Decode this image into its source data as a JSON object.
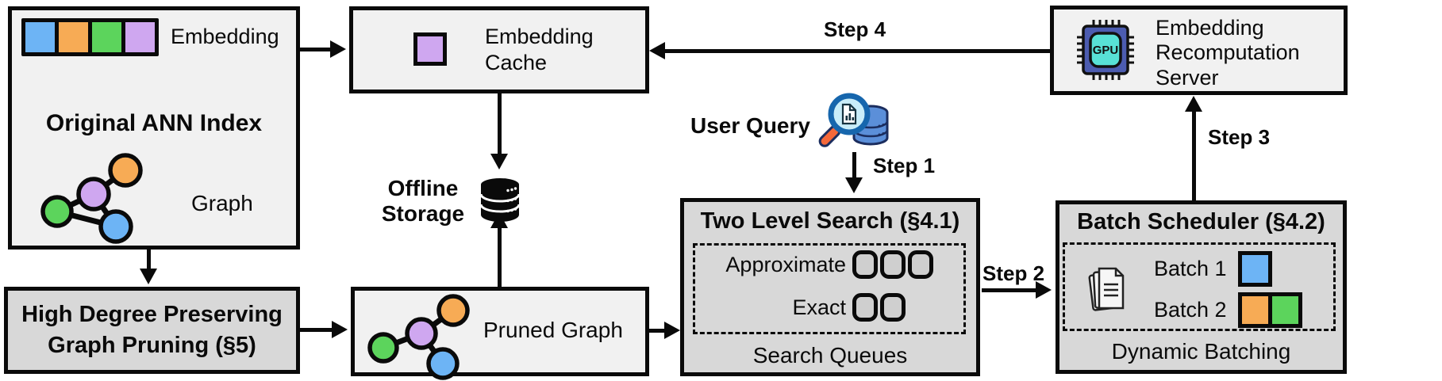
{
  "colors": {
    "blue": "#6db4f5",
    "orange": "#f7ab55",
    "green": "#5cd45c",
    "purple": "#cfa7f0",
    "box_light": "#f1f1f1",
    "box_dark": "#d8d8d8"
  },
  "original_ann_index": {
    "embedding_label": "Embedding",
    "title": "Original ANN Index",
    "graph_label": "Graph"
  },
  "embedding_cache": {
    "title": "Embedding\nCache"
  },
  "offline_storage": {
    "label": "Offline\nStorage"
  },
  "graph_pruning": {
    "title": "High Degree Preserving\nGraph Pruning (§5)"
  },
  "pruned_graph": {
    "label": "Pruned Graph"
  },
  "user_query": {
    "label": "User Query"
  },
  "two_level_search": {
    "title": "Two Level Search (§4.1)",
    "approximate_label": "Approximate",
    "exact_label": "Exact",
    "caption": "Search Queues"
  },
  "batch_scheduler": {
    "title": "Batch Scheduler (§4.2)",
    "batch1_label": "Batch 1",
    "batch2_label": "Batch 2",
    "caption": "Dynamic Batching"
  },
  "recomputation_server": {
    "title": "Embedding\nRecomputation\nServer",
    "gpu_label": "GPU"
  },
  "steps": {
    "step1": "Step 1",
    "step2": "Step 2",
    "step3": "Step 3",
    "step4": "Step 4"
  }
}
